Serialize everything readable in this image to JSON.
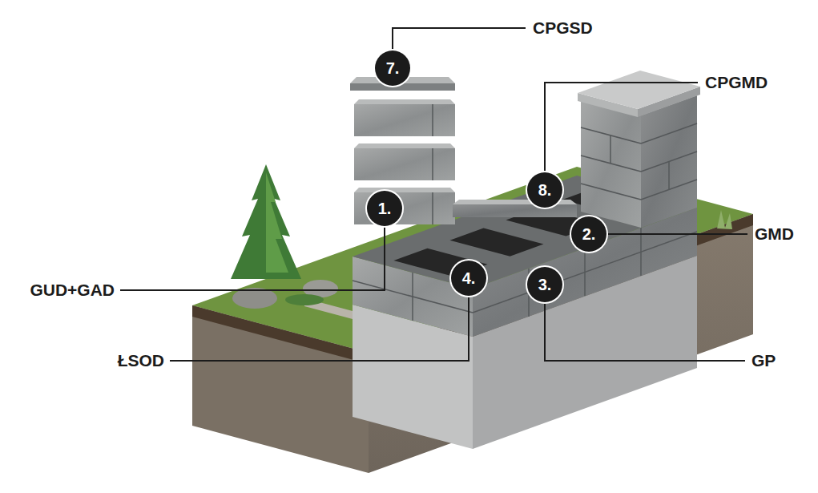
{
  "diagram": {
    "nodes": [
      {
        "text": [
          "7."
        ]
      },
      {
        "text": [
          "8."
        ]
      },
      {
        "text": [
          "1."
        ]
      },
      {
        "text": [
          "2."
        ]
      },
      {
        "text": [
          "4."
        ]
      },
      {
        "text": [
          "3."
        ]
      }
    ],
    "labels": [
      "CPGSD",
      "CPGMD",
      "GMD",
      "GUD+GAD",
      "ŁSOD",
      "GP"
    ]
  }
}
